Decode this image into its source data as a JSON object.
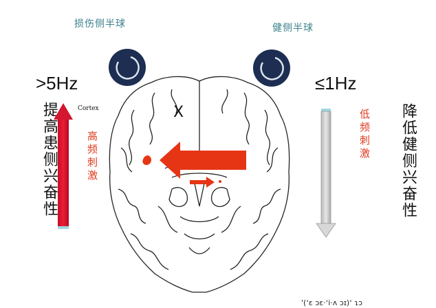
{
  "left": {
    "hemisphere_label": "损伤侧半球",
    "frequency": ">5Hz",
    "effect": "提高患侧兴奋性",
    "stimulation": "高频刺激"
  },
  "right": {
    "hemisphere_label": "健侧半球",
    "frequency": "≤1Hz",
    "effect": "降低健侧兴奋性",
    "stimulation": "低频刺激"
  },
  "brain": {
    "cortex_label": "Cortex",
    "marker": "X"
  },
  "footer": {
    "fragment": "'(ʻɛ ɔɛ·ʻi·ʌ ɔɪ)ʻ ɿɔ"
  },
  "colors": {
    "accent_red": "#e63515",
    "coil_navy": "#1d2e52",
    "label_teal": "#3a7f8a",
    "arrow_gray": "#c9c9c9"
  }
}
